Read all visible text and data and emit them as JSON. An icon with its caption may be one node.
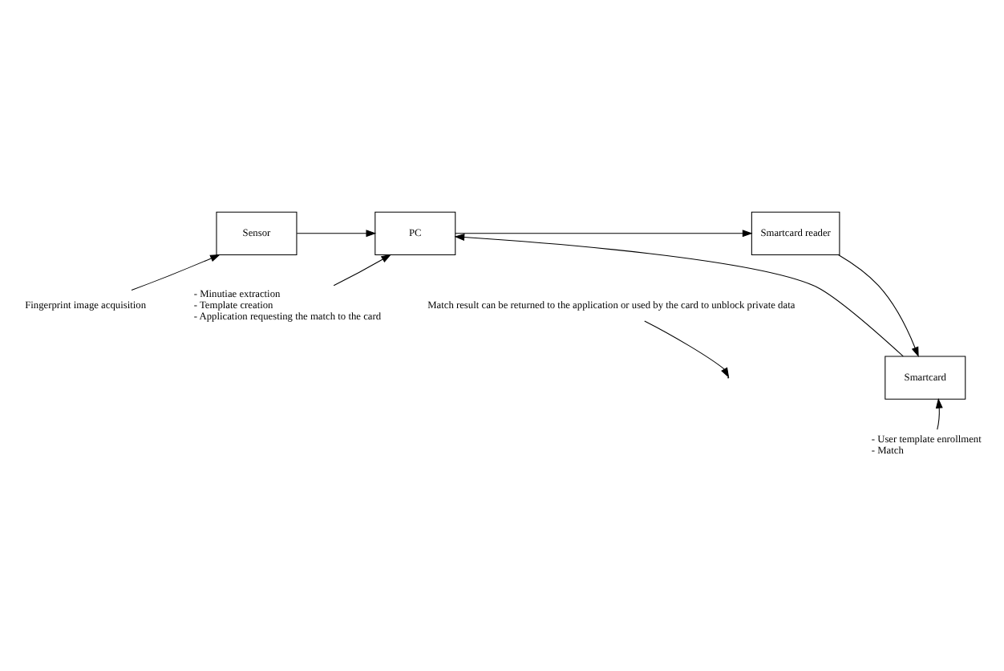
{
  "diagram": {
    "nodes": [
      {
        "text": [
          "Sensor"
        ]
      },
      {
        "text": [
          "PC"
        ]
      },
      {
        "text": [
          "Smartcard reader"
        ]
      },
      {
        "text": [
          "Smartcard"
        ]
      },
      {
        "text": [
          "Fingerprint image acquisition"
        ]
      },
      {
        "text": [
          "- Minutiae extraction",
          "- Template creation",
          "- Application requesting the match to the card"
        ]
      },
      {
        "text": [
          "- User template enrollment",
          "- Match"
        ]
      },
      {
        "text": [
          "Match result can be returned to the application or used by the card to unblock private data"
        ]
      }
    ],
    "edges": [
      {
        "from": 0,
        "to": 1,
        "arrow": "to"
      },
      {
        "from": 1,
        "to": 2,
        "arrow": "to"
      },
      {
        "from": 2,
        "to": 3,
        "arrow": "to"
      },
      {
        "from": 3,
        "to": 1,
        "arrow": "to"
      },
      {
        "from": 4,
        "to": 0,
        "arrow": "to"
      },
      {
        "from": 5,
        "to": 1,
        "arrow": "to"
      },
      {
        "from": 6,
        "to": 3,
        "arrow": "to"
      },
      {
        "from": 7,
        "to": null,
        "arrow": "to"
      }
    ]
  }
}
